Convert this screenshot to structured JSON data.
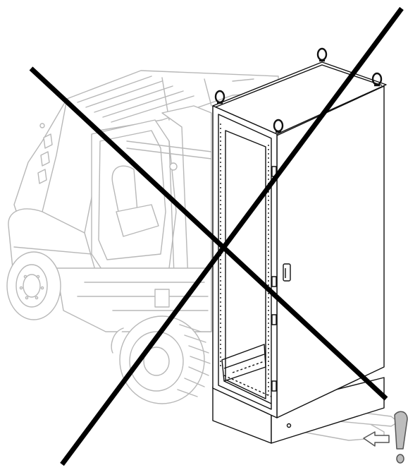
{
  "illustration": {
    "subject_forklift": "forklift",
    "subject_cabinet": "enclosure-cabinet",
    "prohibition": "cross-out",
    "warning_symbol": "exclamation-icon",
    "direction_symbol": "arrow-icon"
  },
  "colors": {
    "forklift_stroke": "#b8b8b8",
    "forklift_fill": "#ffffff",
    "cabinet_stroke": "#111111",
    "cross": "#000000",
    "warning_fill": "#bdbdbd",
    "background": "#ffffff"
  }
}
